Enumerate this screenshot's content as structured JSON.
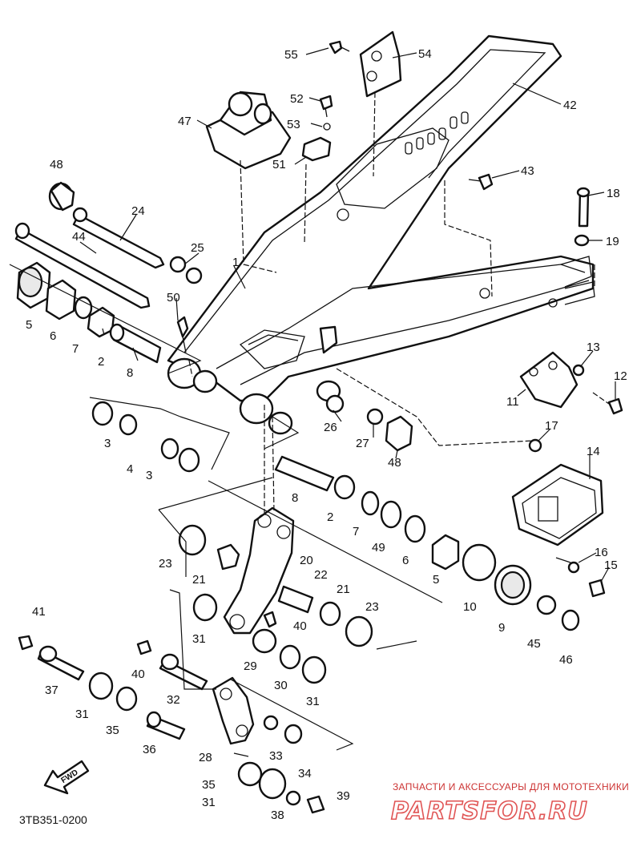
{
  "diagram": {
    "code": "3TB351-0200",
    "direction_label": "FWD",
    "callouts": [
      "1",
      "2",
      "3",
      "4",
      "5",
      "6",
      "7",
      "8",
      "9",
      "10",
      "11",
      "12",
      "13",
      "14",
      "15",
      "16",
      "17",
      "18",
      "19",
      "20",
      "21",
      "22",
      "23",
      "24",
      "25",
      "26",
      "27",
      "28",
      "29",
      "30",
      "31",
      "32",
      "33",
      "34",
      "35",
      "36",
      "37",
      "38",
      "39",
      "40",
      "41",
      "42",
      "43",
      "44",
      "45",
      "46",
      "47",
      "48",
      "49",
      "50",
      "51",
      "52",
      "53",
      "54",
      "55"
    ]
  },
  "watermark": {
    "tagline": "ЗАПЧАСТИ И АКСЕССУАРЫ ДЛЯ МОТОТЕХНИКИ",
    "brand": "PARTSFOR.RU",
    "color": "#e05555"
  }
}
